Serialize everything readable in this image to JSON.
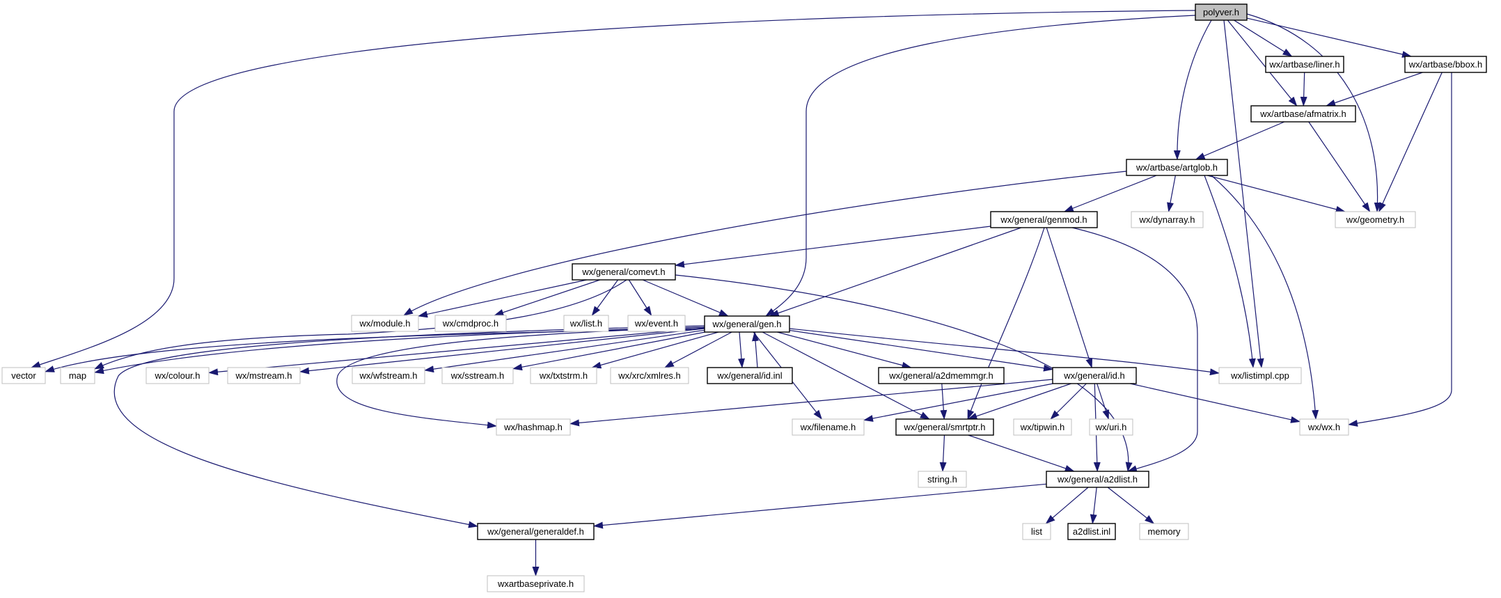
{
  "diagram": {
    "nodes": [
      {
        "id": "polyver",
        "label": "polyver.h",
        "style": "root"
      },
      {
        "id": "liner",
        "label": "wx/artbase/liner.h",
        "style": "doc"
      },
      {
        "id": "bbox",
        "label": "wx/artbase/bbox.h",
        "style": "doc"
      },
      {
        "id": "afmatrix",
        "label": "wx/artbase/afmatrix.h",
        "style": "doc"
      },
      {
        "id": "artglob",
        "label": "wx/artbase/artglob.h",
        "style": "doc"
      },
      {
        "id": "genmod",
        "label": "wx/general/genmod.h",
        "style": "doc"
      },
      {
        "id": "dynarray",
        "label": "wx/dynarray.h",
        "style": "ext"
      },
      {
        "id": "geometry",
        "label": "wx/geometry.h",
        "style": "ext"
      },
      {
        "id": "comevt",
        "label": "wx/general/comevt.h",
        "style": "doc"
      },
      {
        "id": "module",
        "label": "wx/module.h",
        "style": "ext"
      },
      {
        "id": "cmdproc",
        "label": "wx/cmdproc.h",
        "style": "ext"
      },
      {
        "id": "list_h",
        "label": "wx/list.h",
        "style": "ext"
      },
      {
        "id": "event",
        "label": "wx/event.h",
        "style": "ext"
      },
      {
        "id": "gen",
        "label": "wx/general/gen.h",
        "style": "doc"
      },
      {
        "id": "vector",
        "label": "vector",
        "style": "ext"
      },
      {
        "id": "map",
        "label": "map",
        "style": "ext"
      },
      {
        "id": "colour",
        "label": "wx/colour.h",
        "style": "ext"
      },
      {
        "id": "mstream",
        "label": "wx/mstream.h",
        "style": "ext"
      },
      {
        "id": "wfstream",
        "label": "wx/wfstream.h",
        "style": "ext"
      },
      {
        "id": "sstream",
        "label": "wx/sstream.h",
        "style": "ext"
      },
      {
        "id": "txtstrm",
        "label": "wx/txtstrm.h",
        "style": "ext"
      },
      {
        "id": "xmlres",
        "label": "wx/xrc/xmlres.h",
        "style": "ext"
      },
      {
        "id": "idinl",
        "label": "wx/general/id.inl",
        "style": "doc"
      },
      {
        "id": "a2dmemmgr",
        "label": "wx/general/a2dmemmgr.h",
        "style": "doc"
      },
      {
        "id": "id_h",
        "label": "wx/general/id.h",
        "style": "doc"
      },
      {
        "id": "listimpl",
        "label": "wx/listimpl.cpp",
        "style": "ext"
      },
      {
        "id": "hashmap",
        "label": "wx/hashmap.h",
        "style": "ext"
      },
      {
        "id": "filename",
        "label": "wx/filename.h",
        "style": "ext"
      },
      {
        "id": "smrtptr",
        "label": "wx/general/smrtptr.h",
        "style": "doc"
      },
      {
        "id": "tipwin",
        "label": "wx/tipwin.h",
        "style": "ext"
      },
      {
        "id": "uri",
        "label": "wx/uri.h",
        "style": "ext"
      },
      {
        "id": "wx_h",
        "label": "wx/wx.h",
        "style": "ext"
      },
      {
        "id": "string_h",
        "label": "string.h",
        "style": "ext"
      },
      {
        "id": "a2dlist",
        "label": "wx/general/a2dlist.h",
        "style": "doc"
      },
      {
        "id": "generaldef",
        "label": "wx/general/generaldef.h",
        "style": "doc"
      },
      {
        "id": "list",
        "label": "list",
        "style": "ext"
      },
      {
        "id": "a2dlistinl",
        "label": "a2dlist.inl",
        "style": "doc"
      },
      {
        "id": "memory",
        "label": "memory",
        "style": "ext"
      },
      {
        "id": "wxartbaseprivate",
        "label": "wxartbaseprivate.h",
        "style": "ext"
      }
    ],
    "edges": [
      [
        "polyver",
        "vector"
      ],
      [
        "polyver",
        "gen"
      ],
      [
        "polyver",
        "artglob"
      ],
      [
        "polyver",
        "listimpl"
      ],
      [
        "polyver",
        "afmatrix"
      ],
      [
        "polyver",
        "liner"
      ],
      [
        "polyver",
        "geometry"
      ],
      [
        "polyver",
        "bbox"
      ],
      [
        "liner",
        "afmatrix"
      ],
      [
        "bbox",
        "afmatrix"
      ],
      [
        "bbox",
        "geometry"
      ],
      [
        "bbox",
        "wx_h"
      ],
      [
        "afmatrix",
        "artglob"
      ],
      [
        "afmatrix",
        "geometry"
      ],
      [
        "artglob",
        "module"
      ],
      [
        "artglob",
        "genmod"
      ],
      [
        "artglob",
        "dynarray"
      ],
      [
        "artglob",
        "geometry"
      ],
      [
        "artglob",
        "listimpl"
      ],
      [
        "artglob",
        "wx_h"
      ],
      [
        "genmod",
        "comevt"
      ],
      [
        "genmod",
        "gen"
      ],
      [
        "genmod",
        "smrtptr"
      ],
      [
        "genmod",
        "id_h"
      ],
      [
        "genmod",
        "a2dlist"
      ],
      [
        "comevt",
        "module"
      ],
      [
        "comevt",
        "cmdproc"
      ],
      [
        "comevt",
        "list_h"
      ],
      [
        "comevt",
        "event"
      ],
      [
        "comevt",
        "gen"
      ],
      [
        "comevt",
        "map"
      ],
      [
        "comevt",
        "a2dlist"
      ],
      [
        "gen",
        "vector"
      ],
      [
        "gen",
        "map"
      ],
      [
        "gen",
        "colour"
      ],
      [
        "gen",
        "mstream"
      ],
      [
        "gen",
        "wfstream"
      ],
      [
        "gen",
        "sstream"
      ],
      [
        "gen",
        "txtstrm"
      ],
      [
        "gen",
        "xmlres"
      ],
      [
        "gen",
        "idinl"
      ],
      [
        "gen",
        "a2dmemmgr"
      ],
      [
        "gen",
        "id_h"
      ],
      [
        "gen",
        "listimpl"
      ],
      [
        "gen",
        "hashmap"
      ],
      [
        "gen",
        "filename"
      ],
      [
        "gen",
        "smrtptr"
      ],
      [
        "gen",
        "generaldef"
      ],
      [
        "idinl",
        "gen"
      ],
      [
        "a2dmemmgr",
        "smrtptr"
      ],
      [
        "id_h",
        "hashmap"
      ],
      [
        "id_h",
        "filename"
      ],
      [
        "id_h",
        "smrtptr"
      ],
      [
        "id_h",
        "tipwin"
      ],
      [
        "id_h",
        "uri"
      ],
      [
        "id_h",
        "wx_h"
      ],
      [
        "id_h",
        "a2dlist"
      ],
      [
        "smrtptr",
        "string_h"
      ],
      [
        "smrtptr",
        "a2dlist"
      ],
      [
        "a2dlist",
        "generaldef"
      ],
      [
        "a2dlist",
        "list"
      ],
      [
        "a2dlist",
        "a2dlistinl"
      ],
      [
        "a2dlist",
        "memory"
      ],
      [
        "generaldef",
        "wxartbaseprivate"
      ]
    ]
  },
  "colors": {
    "edge": "#191970",
    "doc_border": "#000000",
    "ext_border": "#bfbfbf",
    "root_fill": "#bfbfbf",
    "node_fill": "#ffffff"
  }
}
